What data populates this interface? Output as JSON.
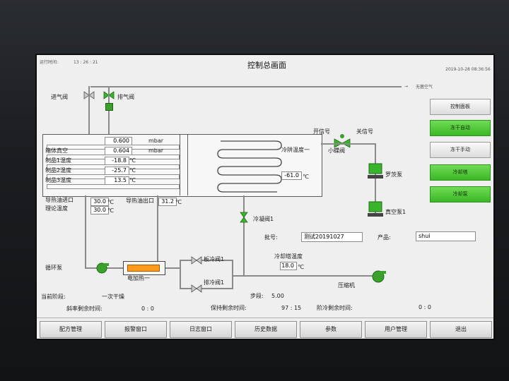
{
  "header": {
    "runtime_label": "运行时间:",
    "runtime_value": "13 : 26 : 21",
    "title": "控制总画面",
    "datetime": "2019-10-28 08:36:56",
    "air_label": "无菌空气"
  },
  "valves": {
    "inlet": "进气阀",
    "exhaust": "排气阀",
    "open_signal": "开信号",
    "close_signal": "关信号",
    "butterfly": "小蝶阀",
    "cold_trap_valve": "冷凝阀1",
    "plate_valve_1": "板冷阀1",
    "exhaust_valve_1": "排冷阀1"
  },
  "chamber": {
    "pressure_value": "0.600",
    "pressure_unit": "mbar",
    "vacuum_label": "箱体真空",
    "vacuum_value": "0.604",
    "vacuum_unit": "mbar",
    "product_temps": [
      {
        "label": "制品1温度",
        "value": "-18.8",
        "unit": "℃"
      },
      {
        "label": "制品2温度",
        "value": "-25.7",
        "unit": "℃"
      },
      {
        "label": "制品3温度",
        "value": "13.5",
        "unit": "℃"
      }
    ],
    "cold_trap_label": "冷阱温度一",
    "cold_trap_value": "-61.0",
    "cold_trap_unit": "℃"
  },
  "oil": {
    "inlet_label": "导热油进口",
    "theory_label": "理论温度",
    "inlet_value": "30.0",
    "theory_value": "30.0",
    "unit": "℃",
    "outlet_label": "导热油出口",
    "outlet_value": "31.2",
    "outlet_unit": "℃",
    "pump_label": "循环泵",
    "heater_label": "电加热一"
  },
  "pumps": {
    "roots": "罗茨泵",
    "vacuum": "真空泵1",
    "compressor": "压缩机"
  },
  "batch": {
    "batch_label": "批号:",
    "batch_value": "测试20191027",
    "product_label": "产品:",
    "product_value": "shui"
  },
  "cooling_tower": {
    "label": "冷却塔温度",
    "value": "18.0",
    "unit": "℃"
  },
  "status": {
    "stage_label": "当前阶段:",
    "stage_value": "一次干燥",
    "step_label": "步段:",
    "step_value": "5.00",
    "ramp_label": "斜率剩余时间:",
    "ramp_value": "0 : 0",
    "hold_label": "保持剩余时间:",
    "hold_value": "97 : 15",
    "step_remain_label": "阶冷剩余时间:",
    "step_remain_value": "0 : 0"
  },
  "side_buttons": [
    {
      "label": "控制面板",
      "green": false
    },
    {
      "label": "冻干自动",
      "green": true
    },
    {
      "label": "冻干手动",
      "green": false
    },
    {
      "label": "冷却塔",
      "green": true
    },
    {
      "label": "冷却泵",
      "green": true
    }
  ],
  "nav_buttons": [
    "配方管理",
    "报警窗口",
    "日志窗口",
    "历史数据",
    "参数",
    "用户管理",
    "退出"
  ],
  "colors": {
    "accent_green": "#3ab726",
    "screen_bg": "#efeff0",
    "pipe": "#8a8a8a"
  }
}
